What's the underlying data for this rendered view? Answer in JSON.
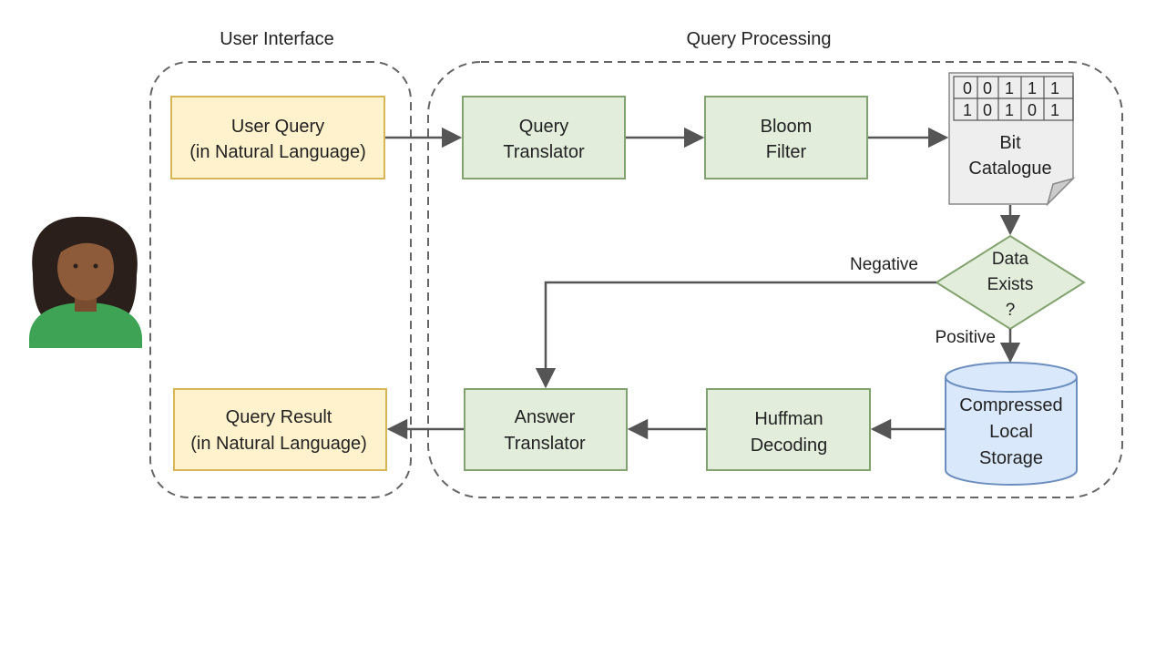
{
  "groups": {
    "user_interface": "User Interface",
    "query_processing": "Query Processing"
  },
  "nodes": {
    "user_query": [
      "User Query",
      "(in Natural Language)"
    ],
    "query_translator": [
      "Query",
      "Translator"
    ],
    "bloom_filter": [
      "Bloom",
      "Filter"
    ],
    "bit_catalogue": [
      "Bit",
      "Catalogue"
    ],
    "data_exists": [
      "Data",
      "Exists",
      "?"
    ],
    "compressed_storage": [
      "Compressed",
      "Local",
      "Storage"
    ],
    "huffman_decoding": [
      "Huffman",
      "Decoding"
    ],
    "answer_translator": [
      "Answer",
      "Translator"
    ],
    "query_result": [
      "Query  Result",
      "(in Natural Language)"
    ]
  },
  "bit_grid": [
    [
      "0",
      "0",
      "1",
      "1",
      "1"
    ],
    [
      "1",
      "0",
      "1",
      "0",
      "1"
    ]
  ],
  "edges": {
    "negative": "Negative",
    "positive": "Positive"
  },
  "colors": {
    "ui_box_fill": "#fff2cc",
    "ui_box_stroke": "#d6b656",
    "proc_box_fill": "#e2eedb",
    "proc_box_stroke": "#82a26f",
    "doc_fill": "#eeeeee",
    "storage_fill": "#dae8fc",
    "storage_stroke": "#6c8ebf",
    "arrow": "#555555",
    "group_border": "#666666",
    "person_skin": "#8d5b3a",
    "person_hair": "#2a1f1a",
    "person_shirt": "#3fa356"
  }
}
